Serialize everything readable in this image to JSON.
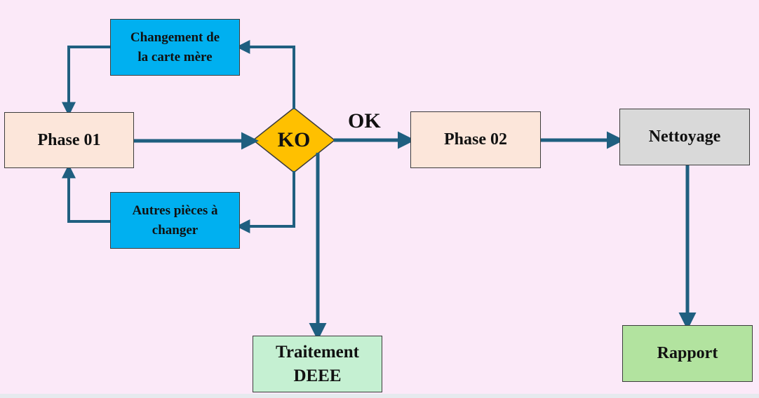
{
  "diagram": {
    "colors": {
      "background": "#fbe9f8",
      "arrow": "#1f5f80",
      "phase_box": "#fce6da",
      "blue_box": "#00b0f0",
      "decision": "#ffc000",
      "cleaning_box": "#d9d9d9",
      "deee_box": "#c5f0d2",
      "report_box": "#b2e39f"
    },
    "nodes": {
      "phase01": "Phase 01",
      "motherboard_line1": "Changement de",
      "motherboard_line2": "la carte mère",
      "other_parts_line1": "Autres pièces à",
      "other_parts_line2": "changer",
      "decision": "KO",
      "phase02": "Phase 02",
      "cleaning": "Nettoyage",
      "deee_line1": "Traitement",
      "deee_line2": "DEEE",
      "report": "Rapport"
    },
    "edge_labels": {
      "ok": "OK"
    }
  }
}
